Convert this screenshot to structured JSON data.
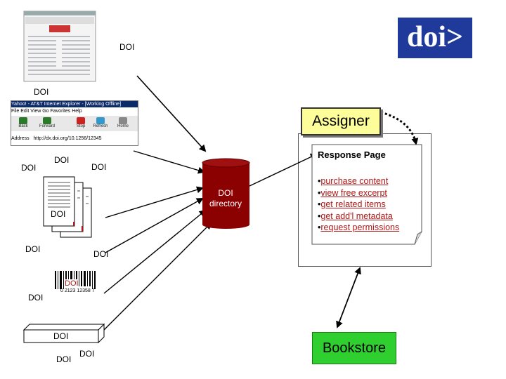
{
  "logo_text": "doi>",
  "assigner_label": "Assigner",
  "bookstore_label": "Bookstore",
  "response_page": {
    "title": "Response Page",
    "items": [
      "purchase content",
      "view free excerpt",
      "get related items",
      "get add'l metadata",
      "request permissions"
    ]
  },
  "directory_label": [
    "DOI",
    "directory"
  ],
  "browser": {
    "title": "Yahoo! - AT&T Internet Explorer - [Working Offline]",
    "menu": "File  Edit  View  Go  Favorites  Help",
    "tools": [
      "Back",
      "Forward",
      "Stop",
      "Refresh",
      "Home"
    ],
    "address_label": "Address",
    "address_value": "http://dx.doi.org/10.1256/12345"
  },
  "doi_labels": {
    "webpage": "DOI",
    "browser": "DOI",
    "left_top": "DOI",
    "left_mid_a": "DOI",
    "left_mid_b": "DOI",
    "docs": "DOI",
    "left_low": "DOI",
    "right_low": "DOI",
    "barcode": "DOI",
    "left_bottom": "DOI",
    "box": "DOI",
    "bottom_a": "DOI",
    "bottom_b": "DOI"
  },
  "barcode_digits": "0 2123 12358 7",
  "colors": {
    "logo_bg": "#1f3a9a",
    "assigner_bg": "#fdfd9a",
    "bookstore_bg": "#2fcf2f",
    "directory_cylinder": "#8b0000",
    "link_red": "#b01818"
  }
}
